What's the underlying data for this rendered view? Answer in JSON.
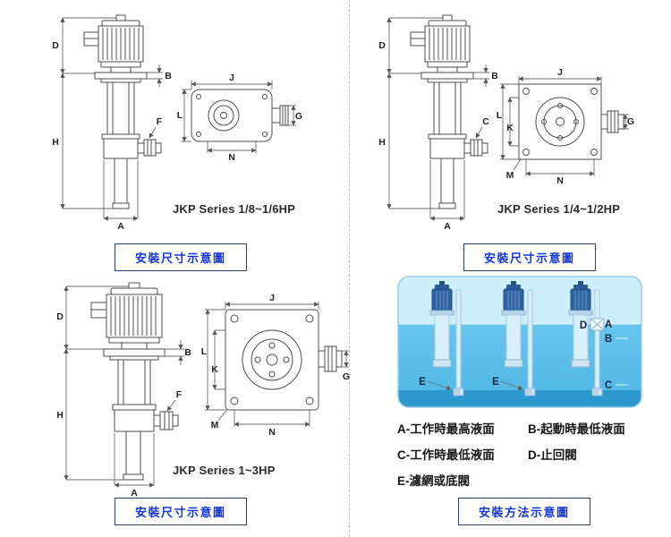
{
  "colors": {
    "accent_blue": "#1537d8",
    "drawing_line": "#4d4d4d",
    "tank_light": "#cdeefb",
    "tank_water": "#66c5ed",
    "tank_deep": "#2d98cd",
    "motor_blue": "#2f62a2"
  },
  "sections": {
    "tl": {
      "caption": "JKP Series 1/8~1/6HP",
      "badge": "安裝尺寸示意圖",
      "side_dims": {
        "d": "D",
        "h": "H",
        "b": "B",
        "f": "F",
        "a": "A"
      },
      "top_dims": {
        "j": "J",
        "l": "L",
        "g": "G",
        "n": "N"
      }
    },
    "tr": {
      "caption": "JKP Series 1/4~1/2HP",
      "badge": "安裝尺寸示意圖",
      "side_dims": {
        "d": "D",
        "h": "H",
        "b": "B",
        "c": "C",
        "a": "A"
      },
      "top_dims": {
        "j": "J",
        "k": "K",
        "l": "L",
        "g": "G",
        "m": "M",
        "n": "N"
      }
    },
    "bl": {
      "caption": "JKP Series 1~3HP",
      "badge": "安裝尺寸示意圖",
      "side_dims": {
        "d": "D",
        "h": "H",
        "b": "B",
        "f": "F",
        "a": "A"
      },
      "top_dims": {
        "j": "J",
        "k": "K",
        "l": "L",
        "g": "G",
        "m": "M",
        "n": "N"
      }
    },
    "br": {
      "badge": "安裝方法示意圖",
      "labels": {
        "d": "D",
        "a": "A",
        "b": "B",
        "c": "C",
        "e1": "E",
        "e2": "E"
      },
      "legend": [
        "A-工作時最高液面",
        "B-起動時最低液面",
        "C-工作時最低液面",
        "D-止回閥",
        "E-濾網或底閥"
      ]
    }
  }
}
